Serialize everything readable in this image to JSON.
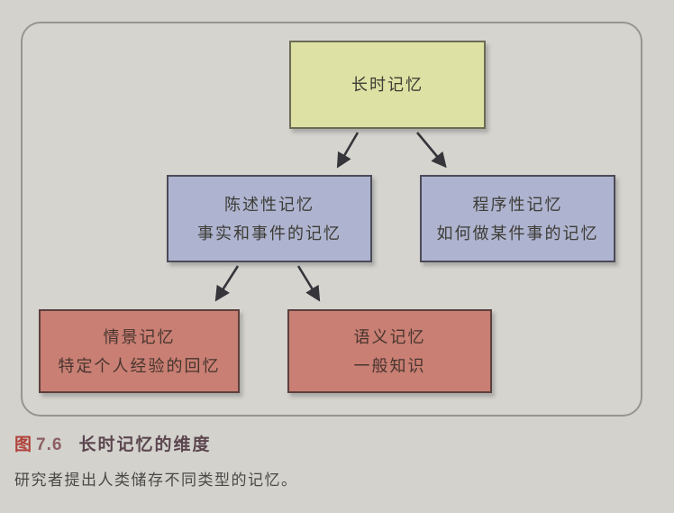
{
  "page": {
    "background_color": "#d3d2cd",
    "frame_border_color": "#96958f"
  },
  "diagram": {
    "type": "tree",
    "arrow_color": "#35353a",
    "nodes": {
      "long_term": {
        "lines": [
          "长时记忆"
        ],
        "fill": "#dde1a3",
        "border": "#6c6b54"
      },
      "declarative": {
        "lines": [
          "陈述性记忆",
          "事实和事件的记忆"
        ],
        "fill": "#aeb3cf",
        "border": "#4b4b58"
      },
      "procedural": {
        "lines": [
          "程序性记忆",
          "如何做某件事的记忆"
        ],
        "fill": "#aeb3cf",
        "border": "#4b4b58"
      },
      "episodic": {
        "lines": [
          "情景记忆",
          "特定个人经验的回忆"
        ],
        "fill": "#c97f73",
        "border": "#5c403d"
      },
      "semantic": {
        "lines": [
          "语义记忆",
          "一般知识"
        ],
        "fill": "#c97f73",
        "border": "#5c403d"
      }
    },
    "edges": [
      {
        "from": "long_term",
        "to": "declarative"
      },
      {
        "from": "long_term",
        "to": "procedural"
      },
      {
        "from": "declarative",
        "to": "episodic"
      },
      {
        "from": "declarative",
        "to": "semantic"
      }
    ]
  },
  "caption": {
    "figure_marker": "图",
    "figure_number": "7.6",
    "title": "长时记忆的维度",
    "body": "研究者提出人类储存不同类型的记忆。",
    "marker_color": "#b0413a",
    "title_color": "#5c4650"
  }
}
